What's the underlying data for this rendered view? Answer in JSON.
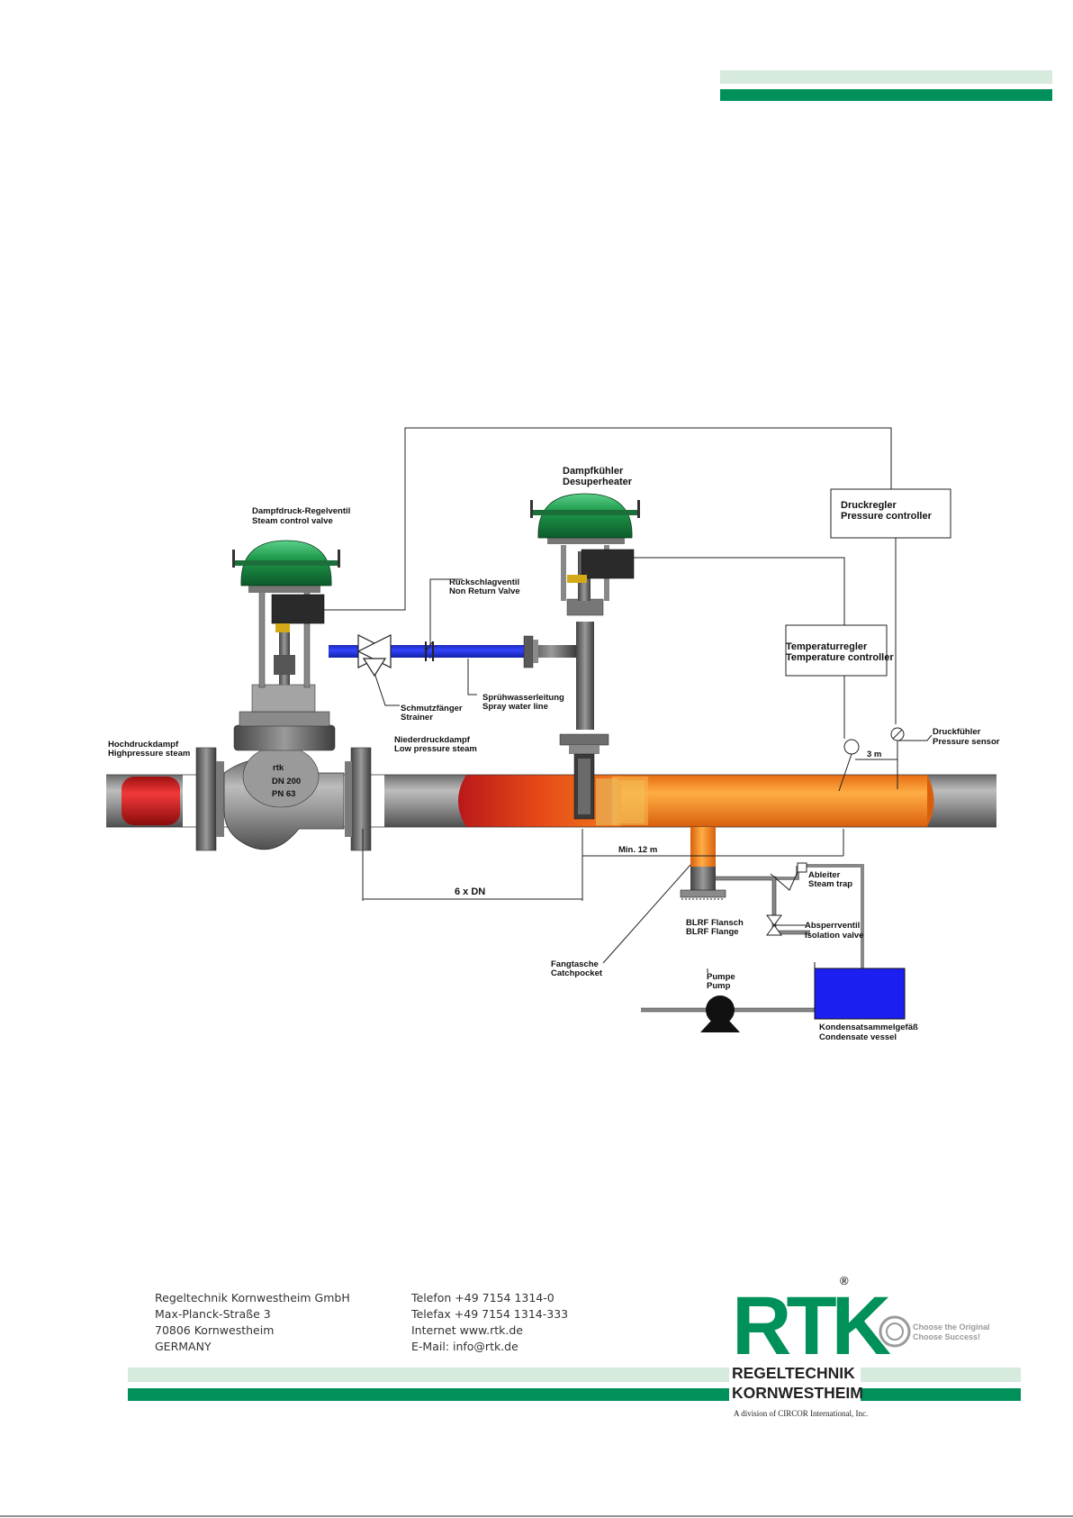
{
  "labels": {
    "steam_control_valve_de": "Dampfdruck-Regelventil",
    "steam_control_valve_en": "Steam control valve",
    "desuperheater_de": "Dampfkühler",
    "desuperheater_en": "Desuperheater",
    "pressure_controller_de": "Druckregler",
    "pressure_controller_en": "Pressure controller",
    "temperature_controller_de": "Temperaturregler",
    "temperature_controller_en": "Temperature controller",
    "non_return_valve_de": "Rückschlagventil",
    "non_return_valve_en": "Non Return Valve",
    "strainer_de": "Schmutzfänger",
    "strainer_en": "Strainer",
    "spray_water_line_de": "Sprühwasserleitung",
    "spray_water_line_en": "Spray water line",
    "high_pressure_steam_de": "Hochdruckdampf",
    "high_pressure_steam_en": "Highpressure steam",
    "low_pressure_steam_de": "Niederdruckdampf",
    "low_pressure_steam_en": "Low pressure steam",
    "pressure_sensor_de": "Druckfühler",
    "pressure_sensor_en": "Pressure sensor",
    "dist_3m": "3 m",
    "dist_min12m": "Min. 12 m",
    "dist_6dn": "6 x DN",
    "steam_trap_de": "Ableiter",
    "steam_trap_en": "Steam trap",
    "blrf_flange_de": "BLRF Flansch",
    "blrf_flange_en": "BLRF Flange",
    "isolation_valve_de": "Absperrventil",
    "isolation_valve_en": "Isolation valve",
    "catchpocket_de": "Fangtasche",
    "catchpocket_en": "Catchpocket",
    "pump_de": "Pumpe",
    "pump_en": "Pump",
    "condensate_vessel_de": "Kondensatsammelgefäß",
    "condensate_vessel_en": "Condensate vessel",
    "valve_body_mark": "rtk",
    "valve_dn": "DN 200",
    "valve_pn": "PN 63"
  },
  "footer": {
    "company": "Regeltechnik Kornwestheim GmbH",
    "street": "Max-Planck-Straße 3",
    "city": "70806 Kornwestheim",
    "country": "GERMANY",
    "phone": "Telefon   +49  7154  1314-0",
    "fax": "Telefax   +49  7154  1314-333",
    "internet": "Internet  www.rtk.de",
    "email": "E-Mail:  info@rtk.de"
  },
  "logo": {
    "mark": "RTK",
    "registered": "®",
    "line1": "REGELTECHNIK",
    "line2": "KORNWESTHEIM",
    "division": "A division of CIRCOR International, Inc.",
    "slogan1": "Choose the Original",
    "slogan2": "Choose Success!"
  },
  "colors": {
    "brand_green": "#00915a",
    "light_green": "#d6eadd",
    "actuator_green": "#1e9a4b",
    "spray_blue": "#1f2fe0",
    "pipe_gray": "#8a8a8a",
    "hot_red": "#d81b1b",
    "steam_orange": "#f39320"
  }
}
